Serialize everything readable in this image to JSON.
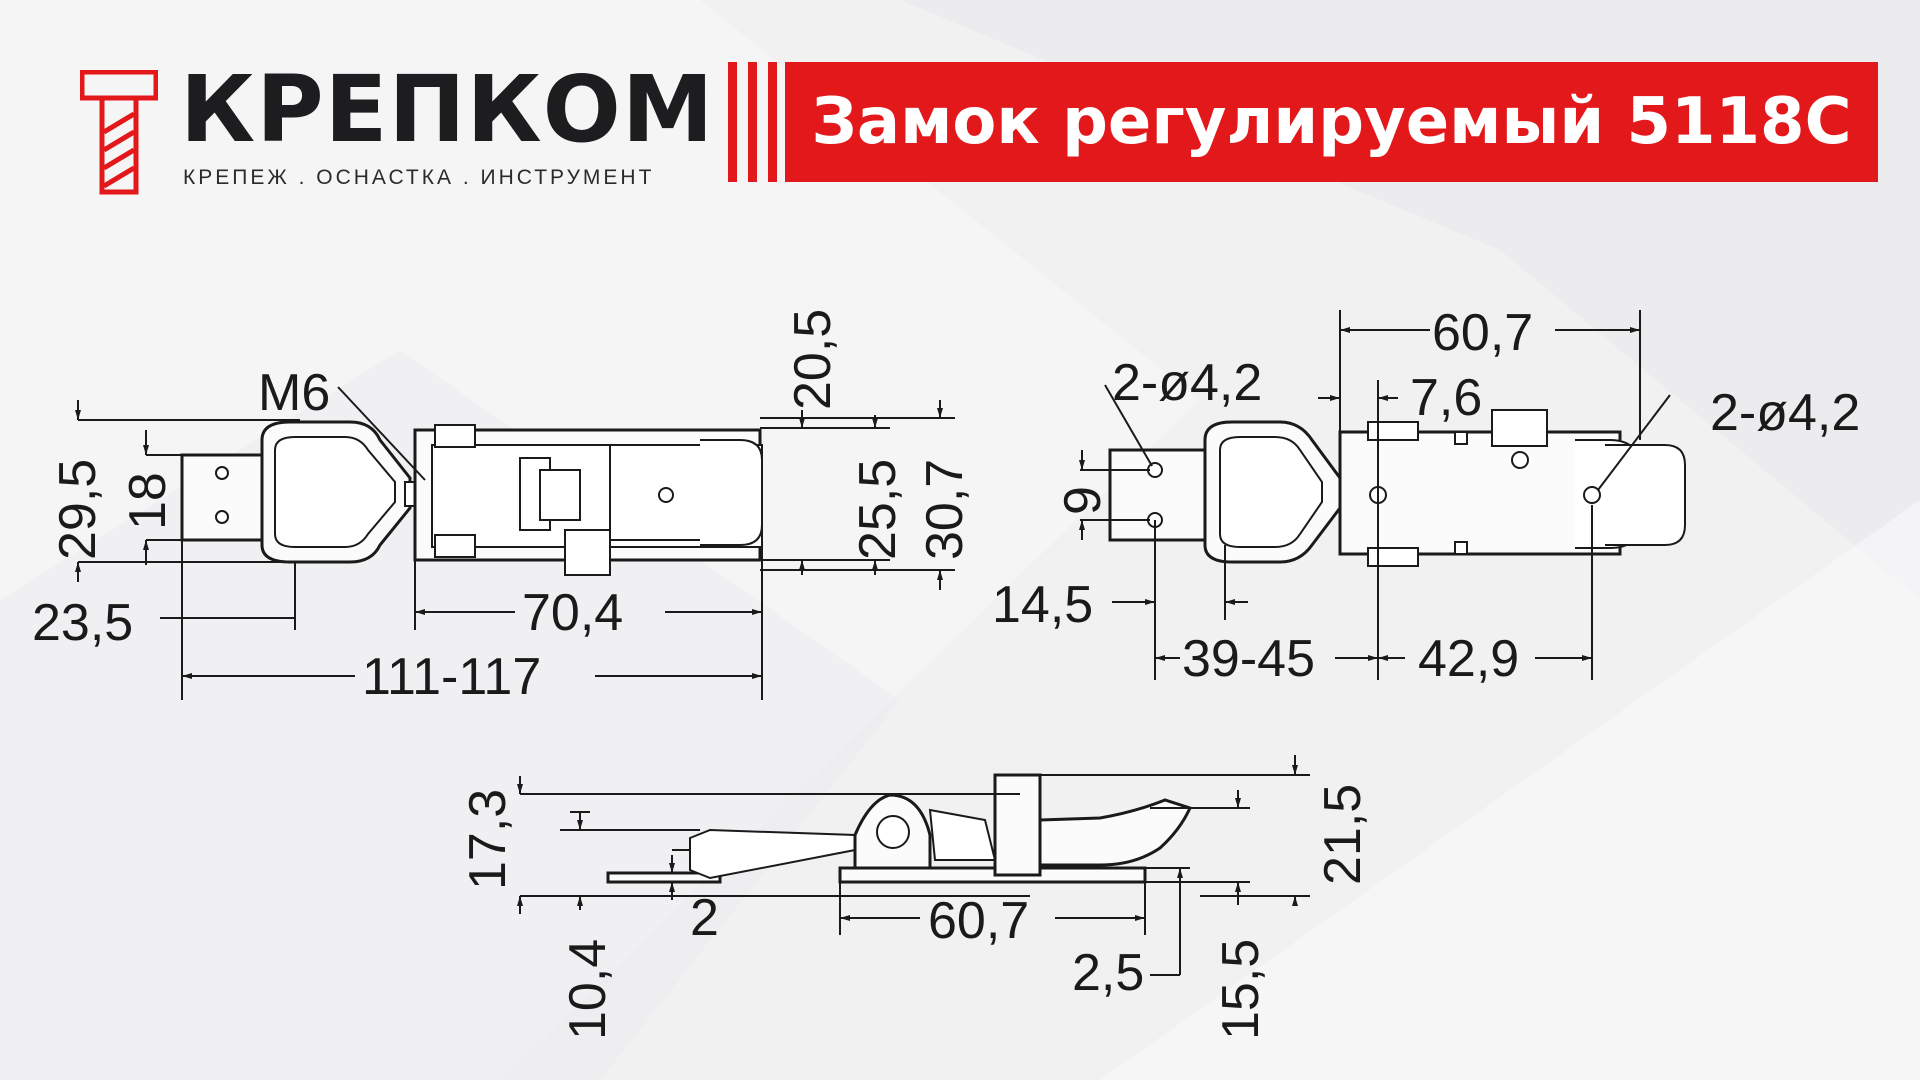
{
  "brand": {
    "name": "КРЕПКОМ",
    "tagline": "КРЕПЕЖ . ОСНАСТКА . ИНСТРУМЕНТ",
    "accent_color": "#e3181b",
    "logo_icon": "bolt-icon"
  },
  "title": "Замок регулируемый 5118С",
  "top_view": {
    "thread": "M6",
    "dims": {
      "d_20_5": "20,5",
      "d_29_5": "29,5",
      "d_18": "18",
      "d_25_5": "25,5",
      "d_30_7": "30,7",
      "d_23_5": "23,5",
      "d_70_4": "70,4",
      "d_111_117": "111-117"
    }
  },
  "bottom_view": {
    "dims": {
      "d_60_7": "60,7",
      "holes_left": "2-ø4,2",
      "d_7_6": "7,6",
      "holes_right": "2-ø4,2",
      "d_9": "9",
      "d_14_5": "14,5",
      "d_39_45": "39-45",
      "d_42_9": "42,9"
    }
  },
  "side_view": {
    "dims": {
      "d_17_3": "17,3",
      "d_21_5": "21,5",
      "d_2": "2",
      "d_60_7": "60,7",
      "d_10_4": "10,4",
      "d_2_5": "2,5",
      "d_15_5": "15,5"
    }
  }
}
